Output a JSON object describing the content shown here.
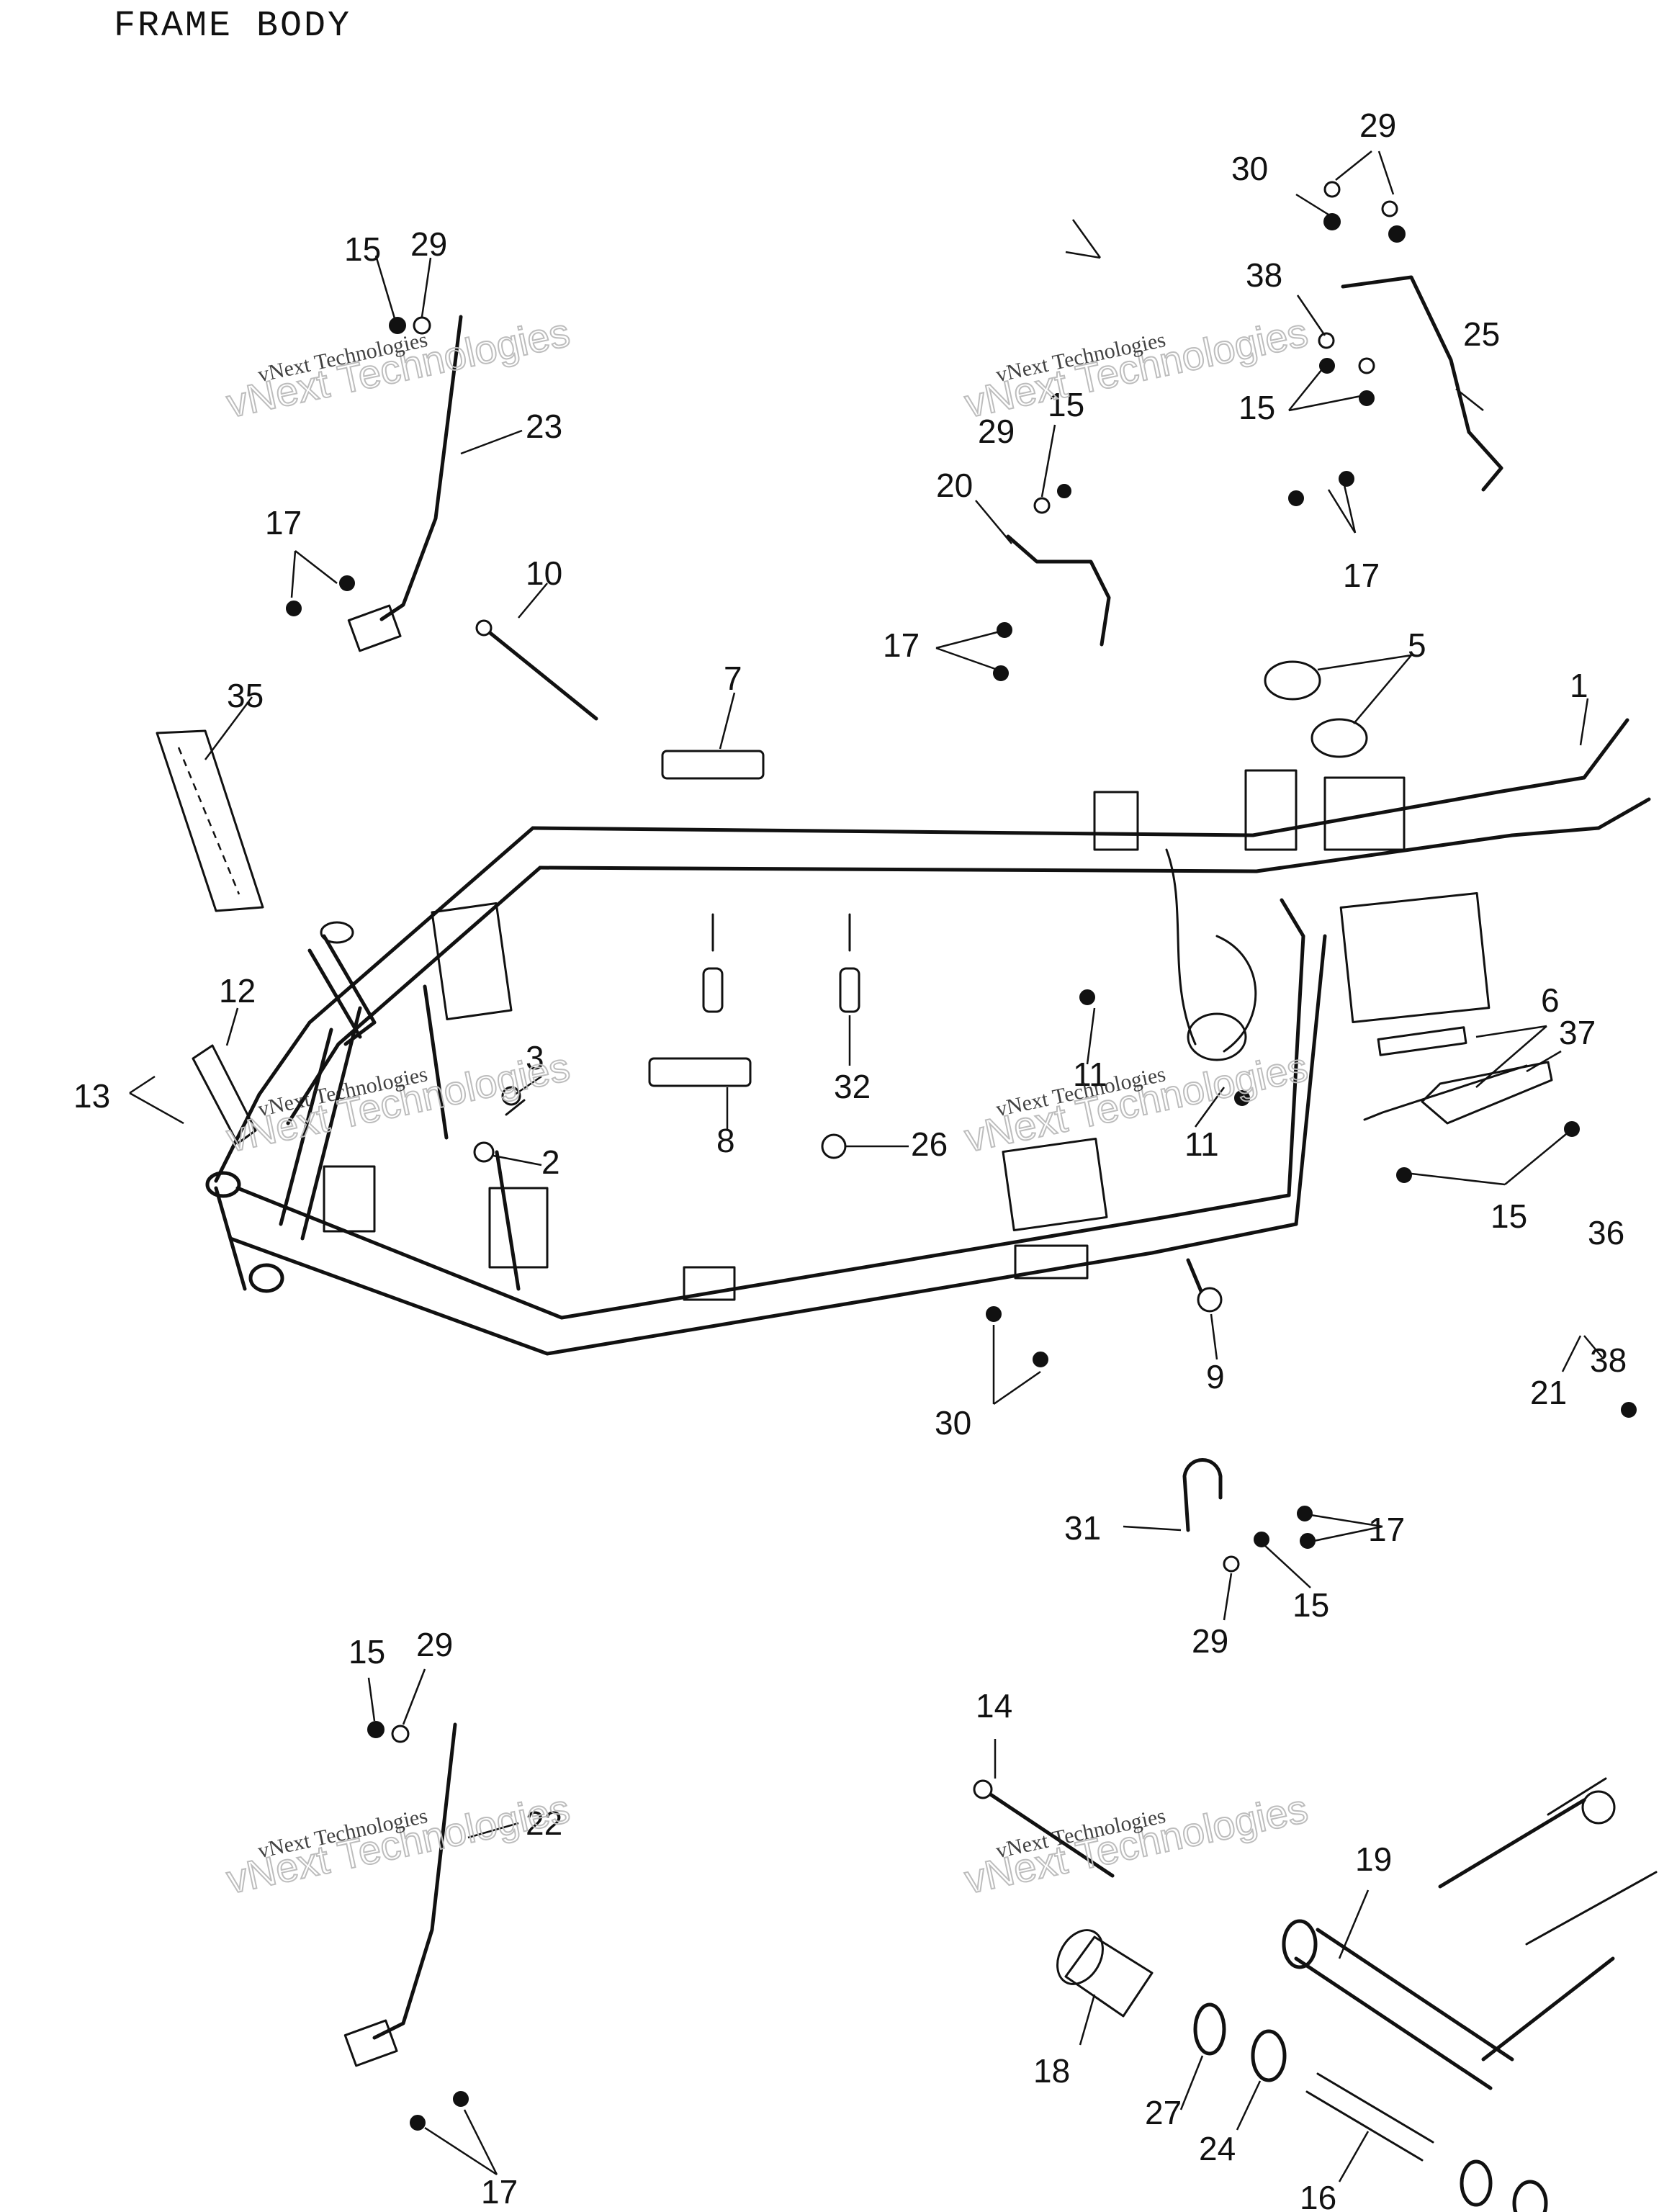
{
  "title": "FRAME BODY",
  "watermark": {
    "line1": "vNext Technologies",
    "line2": "vNext Technologies"
  },
  "callouts": [
    "1",
    "2",
    "3",
    "5",
    "6",
    "7",
    "8",
    "9",
    "10",
    "11",
    "11",
    "12",
    "13",
    "14",
    "15",
    "15",
    "15",
    "15",
    "15",
    "15",
    "16",
    "17",
    "17",
    "17",
    "17",
    "17",
    "18",
    "19",
    "20",
    "21",
    "22",
    "23",
    "24",
    "25",
    "26",
    "27",
    "29",
    "29",
    "29",
    "29",
    "29",
    "30",
    "30",
    "31",
    "32",
    "35",
    "36",
    "37",
    "38",
    "38"
  ],
  "colors": {
    "ink": "#111111",
    "background": "#ffffff",
    "watermark": "#bdbdbd"
  }
}
